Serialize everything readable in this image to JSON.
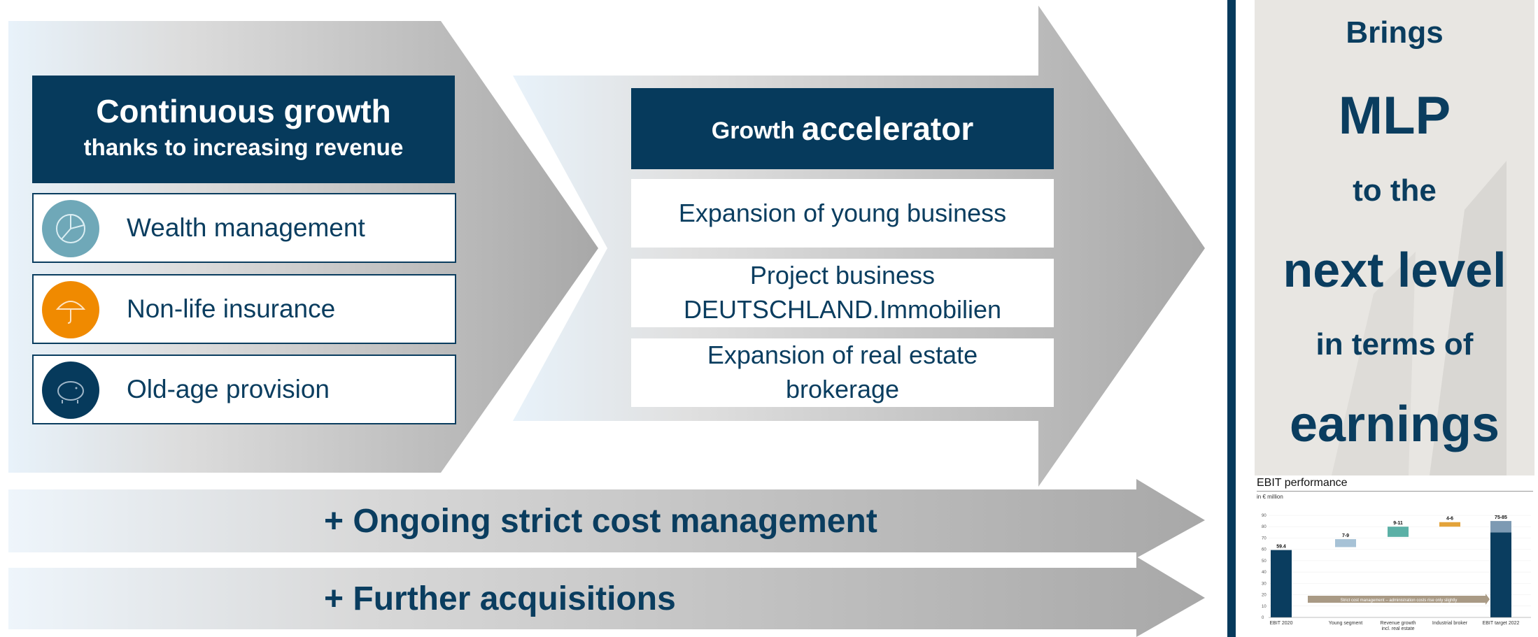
{
  "left_panel": {
    "title_line1": "Continuous growth",
    "title_line2": "thanks to increasing revenue",
    "items": [
      {
        "label": "Wealth management",
        "icon": "pie-chart-icon",
        "color": "#6fa8b8"
      },
      {
        "label": "Non-life insurance",
        "icon": "umbrella-icon",
        "color": "#f08a00"
      },
      {
        "label": "Old-age provision",
        "icon": "piggy-bank-icon",
        "color": "#063a5c"
      }
    ]
  },
  "accelerator": {
    "title_small": "Growth",
    "title_big": "accelerator",
    "items": [
      {
        "line1": "Expansion of young business",
        "line2": ""
      },
      {
        "line1": "Project business",
        "line2": "DEUTSCHLAND.Immobilien"
      },
      {
        "line1": "Expansion of real estate",
        "line2": "brokerage"
      }
    ]
  },
  "bands": [
    {
      "label": "+ Ongoing strict cost management"
    },
    {
      "label": "+ Further acquisitions"
    }
  ],
  "right_panel": {
    "line1": "Brings",
    "line2": "MLP",
    "line3": "to the",
    "line4": "next level",
    "line5": "in terms of",
    "line6": "earnings"
  },
  "ebit": {
    "title": "EBIT performance",
    "subtitle": "in € million",
    "y_ticks": [
      "90",
      "80",
      "70",
      "60",
      "50",
      "40",
      "30",
      "20",
      "10",
      "0"
    ],
    "categories": [
      {
        "line1": "EBIT 2020",
        "line2": ""
      },
      {
        "line1": "Young segment",
        "line2": ""
      },
      {
        "line1": "Revenue growth",
        "line2": "incl. real estate"
      },
      {
        "line1": "Industrial broker",
        "line2": ""
      },
      {
        "line1": "EBIT target 2022",
        "line2": ""
      }
    ],
    "value_labels": [
      "59.4",
      "7-9",
      "9-11",
      "4-6",
      "75-85"
    ],
    "cost_note": "Strict cost management – administration costs rise only slightly"
  },
  "chart_data": {
    "type": "bar",
    "title": "EBIT performance",
    "ylabel": "in € million",
    "ylim": [
      0,
      90
    ],
    "categories": [
      "EBIT 2020",
      "Young segment",
      "Revenue growth incl. real estate",
      "Industrial broker",
      "EBIT target 2022"
    ],
    "ranges": [
      [
        0,
        59.4
      ],
      [
        62,
        69
      ],
      [
        71,
        80
      ],
      [
        80,
        84
      ],
      [
        0,
        85
      ]
    ],
    "range_split": [
      75,
      85
    ],
    "value_labels": [
      "59.4",
      "7-9",
      "9-11",
      "4-6",
      "75-85"
    ],
    "colors": [
      "#0a3d5f",
      "#a7c2d6",
      "#5bb0a6",
      "#e3a33a",
      "#0a3d5f"
    ],
    "annotation": "Strict cost management – administration costs rise only slightly"
  },
  "colors": {
    "navy": "#063a5c",
    "orange": "#f08a00",
    "teal": "#6fa8b8",
    "arrow_grey": "#a9a9a9",
    "panel_bg": "#e8e6e2"
  }
}
